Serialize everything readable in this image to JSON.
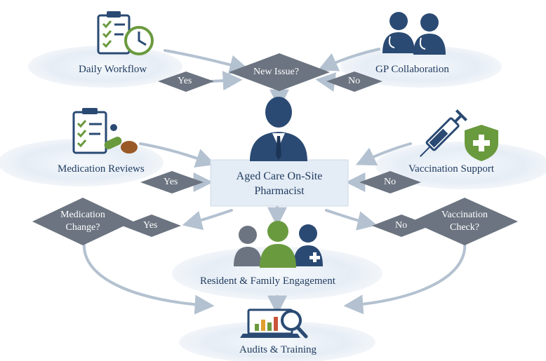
{
  "nodes": {
    "daily_workflow": "Daily Workflow",
    "gp_collaboration": "GP Collaboration",
    "medication_reviews": "Medication Reviews",
    "vaccination_support": "Vaccination Support",
    "pharmacist": "Aged Care On-Site Pharmacist",
    "resident_family": "Resident & Family Engagement",
    "audits_training": "Audits & Training"
  },
  "decisions": {
    "new_issue": "New Issue?",
    "medication_change": "Medication Change?",
    "vaccination_check": "Vaccination Check?"
  },
  "branches": {
    "yes_top": "Yes",
    "no_top": "No",
    "yes_med_reviews": "Yes",
    "no_vacc_support": "No",
    "yes_med_change": "Yes",
    "no_vacc_check": "No"
  },
  "icons": {
    "daily_workflow": "checklist-clock-icon",
    "gp_collaboration": "doctors-icon",
    "medication_reviews": "clipboard-pills-icon",
    "vaccination_support": "syringe-shield-icon",
    "pharmacist": "pharmacist-person-icon",
    "resident_family": "people-group-icon",
    "audits_training": "laptop-magnifier-icon"
  },
  "colors": {
    "navy": "#2a4a73",
    "green": "#6a9a3e",
    "slate": "#6b7480",
    "ellipse": "#e7eef6",
    "arrow": "#b9c6d4"
  }
}
